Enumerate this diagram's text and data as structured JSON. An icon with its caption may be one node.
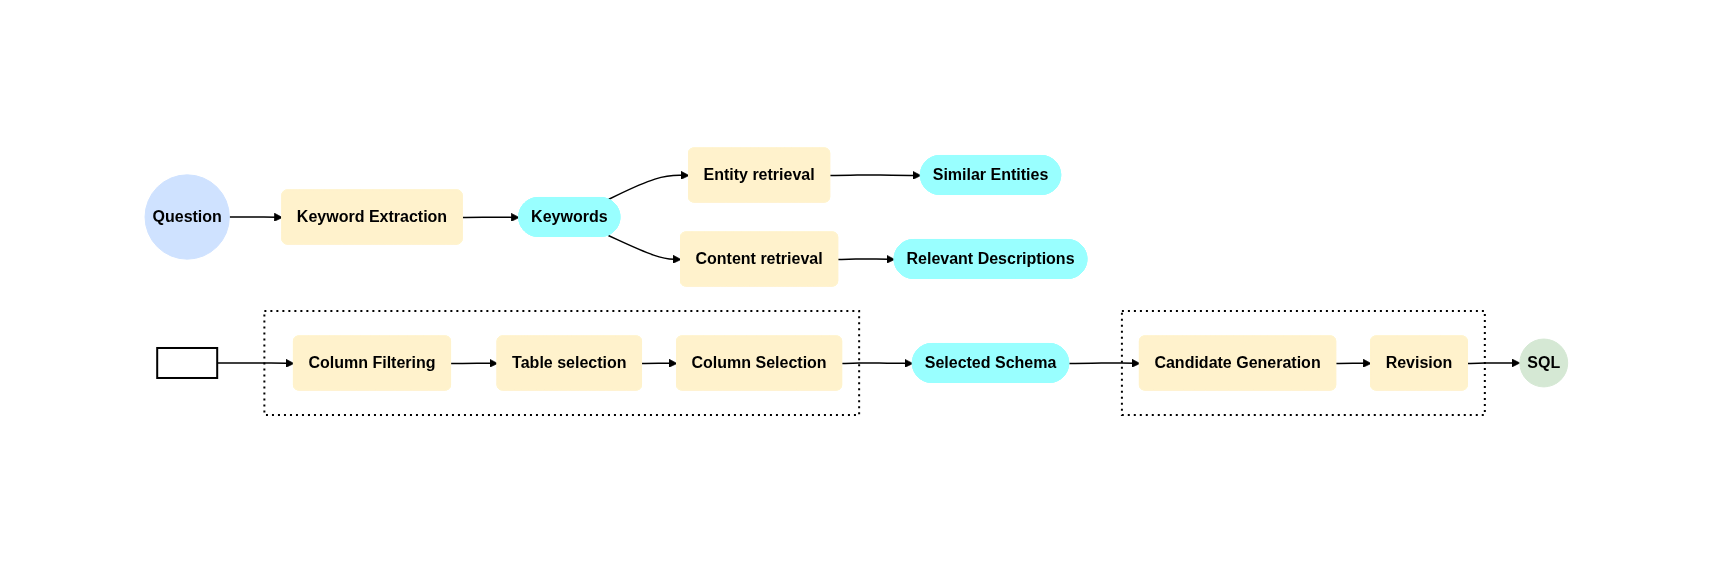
{
  "diagram": {
    "nodes": [
      {
        "text": [
          "Question"
        ]
      },
      {
        "text": [
          "Keyword Extraction"
        ]
      },
      {
        "text": [
          "Keywords"
        ]
      },
      {
        "text": [
          "Entity retrieval"
        ]
      },
      {
        "text": [
          "Similar Entities"
        ]
      },
      {
        "text": [
          "Content retrieval"
        ]
      },
      {
        "text": [
          "Relevant Descriptions"
        ]
      },
      {
        "text": [],
        "shape": "bracket"
      },
      {
        "text": [],
        "shape": "box"
      },
      {
        "text": [
          "Column Filtering"
        ],
        "in": 8
      },
      {
        "text": [
          "Table selection"
        ],
        "in": 8
      },
      {
        "text": [
          "Column Selection"
        ],
        "in": 8
      },
      {
        "text": [
          "Selected Schema"
        ]
      },
      {
        "text": [],
        "shape": "box"
      },
      {
        "text": [
          "Candidate Generation"
        ],
        "in": 13
      },
      {
        "text": [
          "Revision"
        ],
        "in": 13
      },
      {
        "text": [
          "SQL"
        ]
      }
    ],
    "edges": [
      {
        "from": 0,
        "to": 1,
        "arrow": "to"
      },
      {
        "from": 1,
        "to": 2,
        "arrow": "to"
      },
      {
        "from": 2,
        "to": 3,
        "arrow": "to"
      },
      {
        "from": 2,
        "to": 5,
        "arrow": "to"
      },
      {
        "from": 3,
        "to": 4,
        "arrow": "to"
      },
      {
        "from": 5,
        "to": 6,
        "arrow": "to"
      },
      {
        "from": 7,
        "to": 9,
        "arrow": "to"
      },
      {
        "from": 9,
        "to": 10,
        "arrow": "to"
      },
      {
        "from": 10,
        "to": 11,
        "arrow": "to"
      },
      {
        "from": 11,
        "to": 12,
        "arrow": "to"
      },
      {
        "from": 12,
        "to": 14,
        "arrow": "to"
      },
      {
        "from": 14,
        "to": 15,
        "arrow": "to"
      },
      {
        "from": 15,
        "to": 16,
        "arrow": "to"
      }
    ]
  }
}
